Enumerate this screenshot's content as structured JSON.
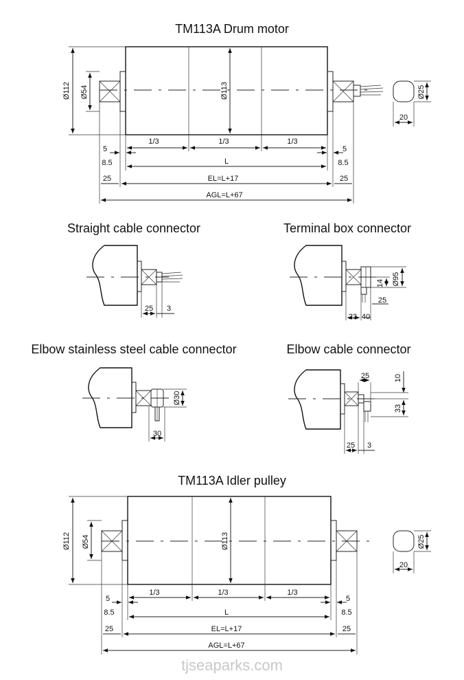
{
  "titles": {
    "drum_motor": "TM113A Drum motor",
    "straight": "Straight cable connector",
    "terminal": "Terminal box connector",
    "elbow_ss": "Elbow stainless steel cable connector",
    "elbow": "Elbow cable connector",
    "idler": "TM113A Idler pulley"
  },
  "dims": {
    "d112": "Ø112",
    "d54": "Ø54",
    "d113": "Ø113",
    "d25": "Ø25",
    "d20": "20",
    "third": "1/3",
    "five": "5",
    "eight5": "8.5",
    "L": "L",
    "twentyfive": "25",
    "EL": "EL=L+17",
    "AGL": "AGL=L+67",
    "three": "3",
    "d95": "Ø95",
    "fourteen": "14",
    "twentythree": "23",
    "forty": "40",
    "d30": "Ø30",
    "thirty": "30",
    "ten": "10",
    "thirtythree": "33"
  },
  "watermark": "tjseaparks.com"
}
